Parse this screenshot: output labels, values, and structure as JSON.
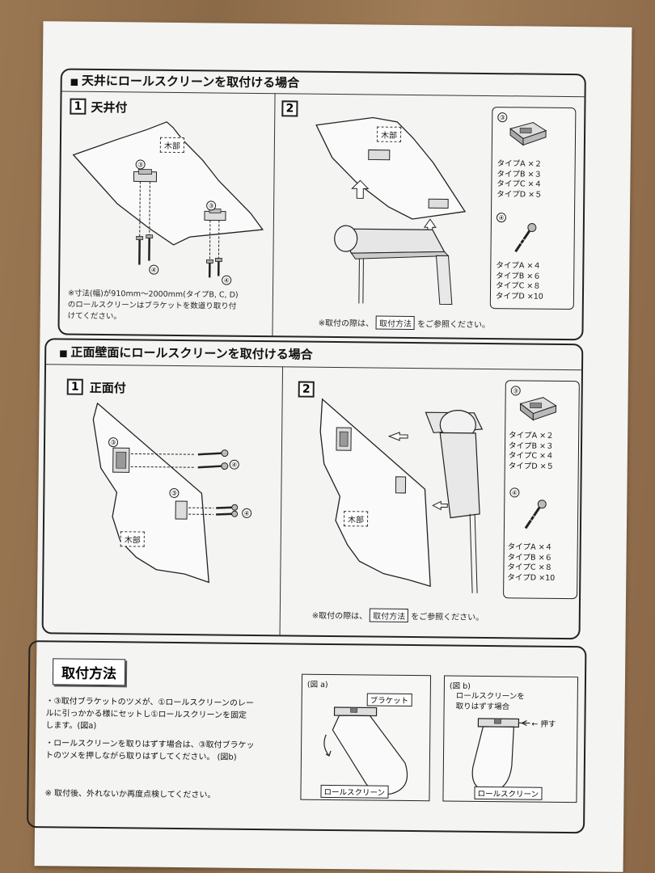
{
  "sections": {
    "ceiling": {
      "title": "天井にロールスクリーンを取付ける場合",
      "step1": {
        "num": "1",
        "label": "天井付"
      },
      "step2": {
        "num": "2"
      },
      "wood_label": "木部",
      "wood_label_2": "木部",
      "callout_3": "③",
      "callout_4": "④",
      "note_lines": [
        "※寸法(幅)が910mm～2000mm(タイプB, C, D)",
        "のロールスクリーンはブラケットを数道り取り付",
        "けてください。"
      ],
      "ref_prefix": "※取付の際は、",
      "ref_box": "取付方法",
      "ref_suffix": "をご参照ください。",
      "parts": {
        "bracket_no": "③",
        "bracket_list": [
          "タイプA ×２",
          "タイプB ×３",
          "タイプC ×４",
          "タイプD ×５"
        ],
        "screw_no": "④",
        "screw_list": [
          "タイプA ×４",
          "タイプB ×６",
          "タイプC ×８",
          "タイプD ×10"
        ]
      }
    },
    "wall": {
      "title": "正面壁面にロールスクリーンを取付ける場合",
      "step1": {
        "num": "1",
        "label": "正面付"
      },
      "step2": {
        "num": "2"
      },
      "wood_label": "木部",
      "wood_label_2": "木部",
      "callout_3": "③",
      "callout_4": "④",
      "ref_prefix": "※取付の際は、",
      "ref_box": "取付方法",
      "ref_suffix": "をご参照ください。",
      "parts": {
        "bracket_no": "③",
        "bracket_list": [
          "タイプA ×２",
          "タイプB ×３",
          "タイプC ×４",
          "タイプD ×５"
        ],
        "screw_no": "④",
        "screw_list": [
          "タイプA ×４",
          "タイプB ×６",
          "タイプC ×８",
          "タイプD ×10"
        ]
      }
    },
    "method": {
      "title": "取付方法",
      "bullet1_lines": [
        "・③取付ブラケットのツメが、①ロールスクリーンのレー",
        "ルに引っかかる様にセットし①ロールスクリーンを固定",
        "します。(図a)"
      ],
      "bullet2_lines": [
        "・ロールスクリーンを取りはずす場合は、③取付ブラケッ",
        "トのツメを押しながら取りはずしてください。 (図b)"
      ],
      "final_note": "※ 取付後、外れないか再度点検してください。",
      "fig_a": {
        "caption": "(図 a)",
        "bracket_label": "ブラケット",
        "roll_label": "ロールスクリーン"
      },
      "fig_b": {
        "caption": "(図 b)",
        "remove_line1": "ロールスクリーンを",
        "remove_line2": "取りはずす場合",
        "push_label": "押す",
        "roll_label": "ロールスクリーン"
      }
    }
  }
}
